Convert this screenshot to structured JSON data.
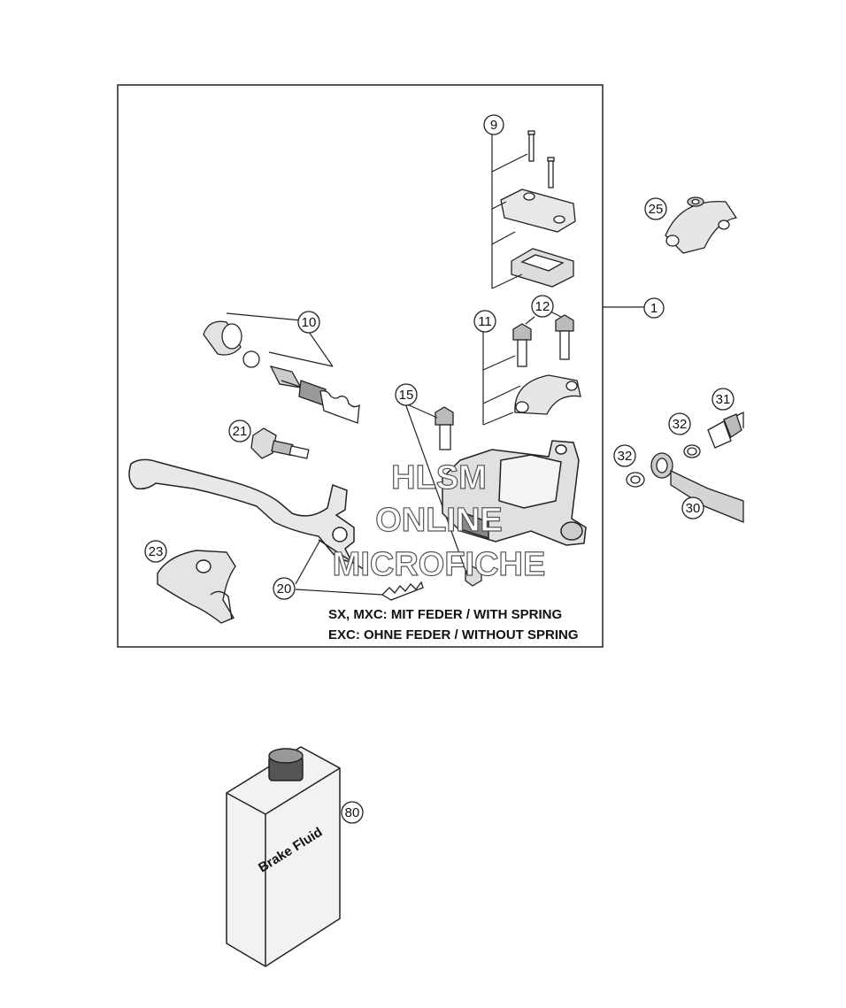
{
  "callouts": {
    "c1": "1",
    "c9": "9",
    "c10": "10",
    "c11": "11",
    "c12": "12",
    "c15": "15",
    "c20": "20",
    "c21": "21",
    "c23": "23",
    "c25": "25",
    "c30": "30",
    "c31": "31",
    "c32a": "32",
    "c32b": "32",
    "c80": "80"
  },
  "notes": {
    "line1": "SX, MXC: MIT FEDER / WITH SPRING",
    "line2": "EXC: OHNE FEDER / WITHOUT SPRING"
  },
  "watermark": {
    "line1": "HLSM",
    "line2": "ONLINE",
    "line3": "MICROFICHE"
  },
  "container_label": "Brake Fluid"
}
